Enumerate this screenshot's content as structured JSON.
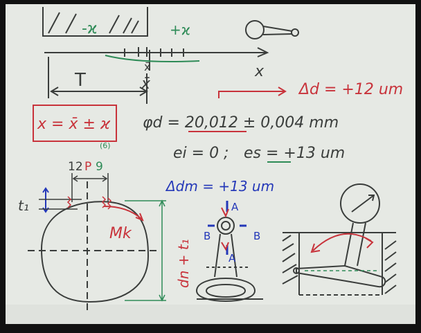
{
  "colors": {
    "board": "#e6e9e4",
    "board_edge": "#c9ccc7",
    "frame": "#111111",
    "marker_black": "#3a3d3b",
    "marker_red": "#c8333b",
    "marker_green": "#2e8b57",
    "marker_blue": "#2438b8"
  },
  "labels": {
    "minus_x": "-ϰ",
    "plus_x": "+ϰ",
    "axis_x": "x",
    "xbar_top": "x̄",
    "xbar_mid": "x̄",
    "delta_d_top": "Δd = +12 um",
    "formula_box": "x = x̄ ± ϰ",
    "phi_d": "φd = 20,012 ± 0,004 mm",
    "ei_es_left": "ei = 0 ;",
    "ei_es_right": "es = +13 um",
    "twelve": "12",
    "P": "P",
    "nine": "9",
    "six": "(6)",
    "t1": "t₁",
    "Mk": "Mk",
    "delta_dm": "Δdm = +13 um",
    "A_top": "A",
    "A_bottom": "A",
    "B_left": "B",
    "B_right": "B",
    "dn_t1": "dn + t₁"
  }
}
